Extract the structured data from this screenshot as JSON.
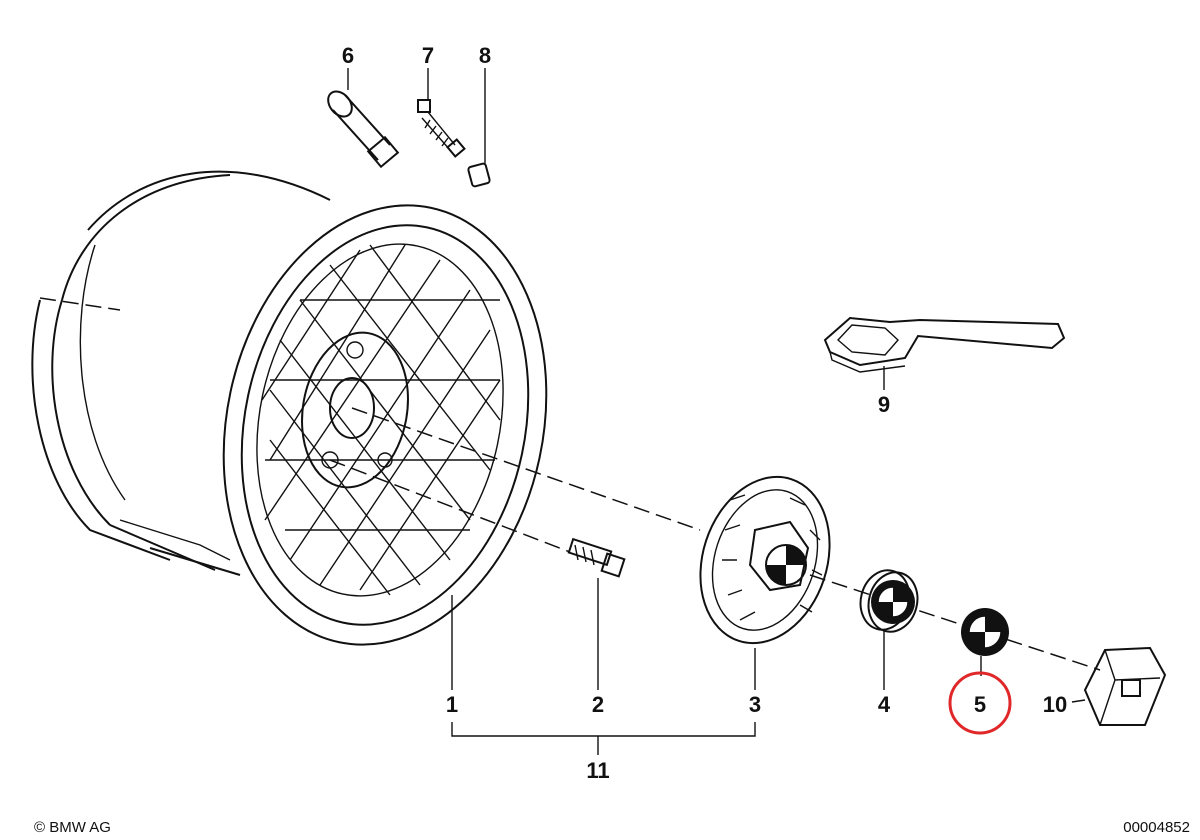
{
  "callouts": {
    "c1": "1",
    "c2": "2",
    "c3": "3",
    "c4": "4",
    "c5": "5",
    "c6": "6",
    "c7": "7",
    "c8": "8",
    "c9": "9",
    "c10": "10",
    "c11": "11"
  },
  "footer": {
    "copyright": "© BMW AG",
    "diagram_id": "00004852"
  },
  "colors": {
    "line": "#111111",
    "highlight": "#e0282a",
    "background": "#ffffff"
  },
  "highlighted_callout": "5"
}
